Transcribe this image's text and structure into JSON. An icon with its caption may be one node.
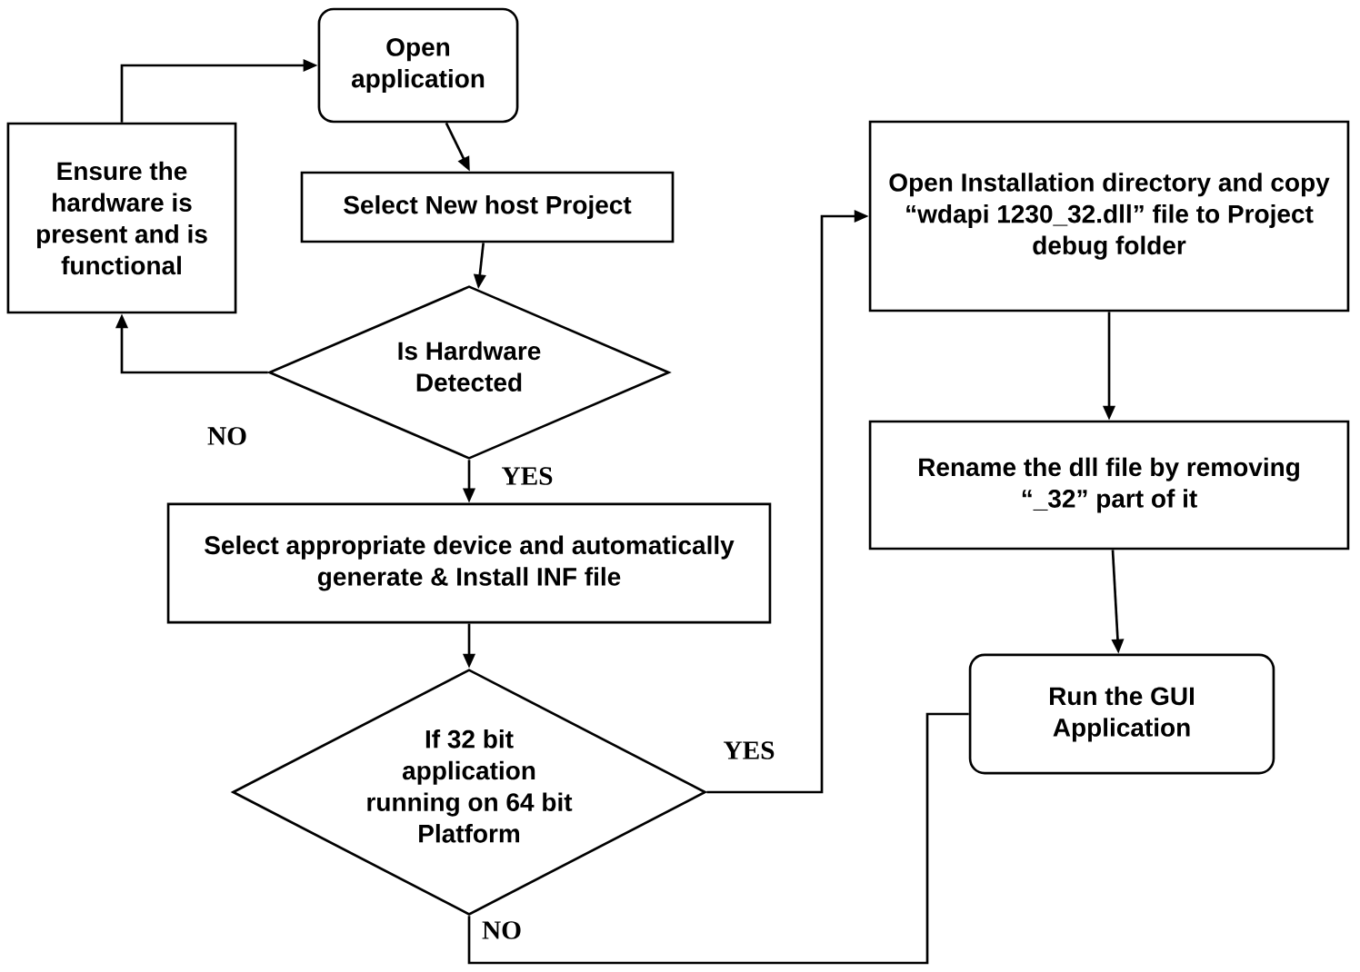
{
  "diagram": {
    "nodes": [
      {
        "text": [
          "Open application"
        ]
      },
      {
        "text": [
          "Ensure the hardware is present and is functional"
        ]
      },
      {
        "text": [
          "Select New host Project"
        ]
      },
      {
        "text": [
          "Is Hardware Detected"
        ]
      },
      {
        "text": [
          "Select appropriate device and automatically generate & Install INF file"
        ]
      },
      {
        "text": [
          "If 32 bit application running on 64 bit Platform"
        ]
      },
      {
        "text": [
          "Open Installation directory and copy “wdapi 1230_32.dll” file to Project debug folder"
        ]
      },
      {
        "text": [
          "Rename the dll file by removing “_32” part of it"
        ]
      },
      {
        "text": [
          "Run the GUI Application"
        ]
      }
    ],
    "edges": [
      {
        "from": 0,
        "to": 2,
        "arrow": "to"
      },
      {
        "from": 2,
        "to": 3,
        "arrow": "to"
      },
      {
        "from": 3,
        "to": 1,
        "arrow": "to",
        "label": "NO"
      },
      {
        "from": 1,
        "to": 0,
        "arrow": "to"
      },
      {
        "from": 3,
        "to": 4,
        "arrow": "to",
        "label": "YES"
      },
      {
        "from": 4,
        "to": 5,
        "arrow": "to"
      },
      {
        "from": 5,
        "to": 6,
        "arrow": "to",
        "label": "YES"
      },
      {
        "from": 6,
        "to": 7,
        "arrow": "to"
      },
      {
        "from": 7,
        "to": 8,
        "arrow": "to"
      },
      {
        "from": 5,
        "to": 8,
        "arrow": "none",
        "label": "NO"
      }
    ]
  }
}
